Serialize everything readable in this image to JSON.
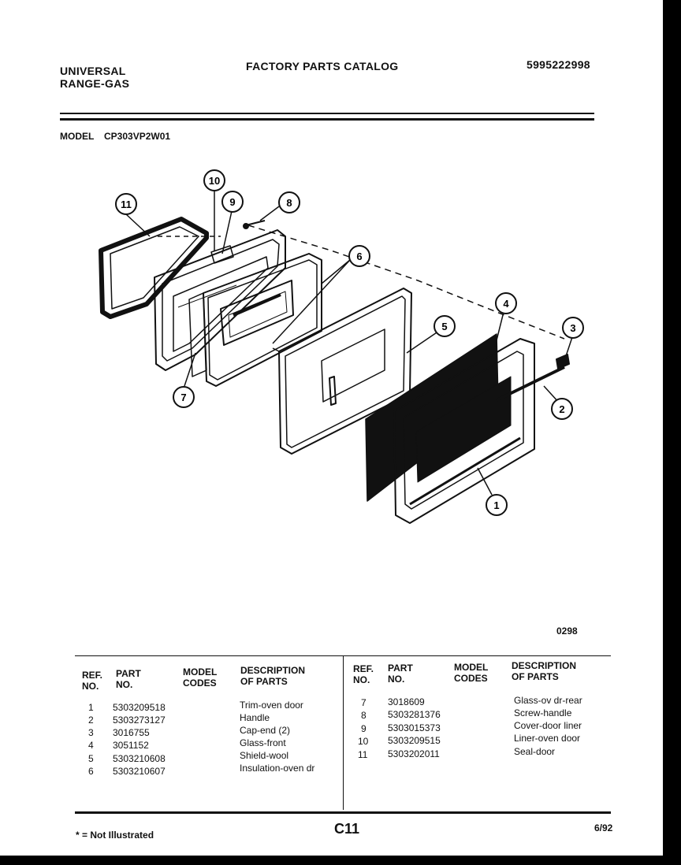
{
  "header": {
    "left_line1": "UNIVERSAL",
    "left_line2": "RANGE-GAS",
    "center": "FACTORY PARTS CATALOG",
    "right": "5995222998"
  },
  "model": {
    "label": "MODEL",
    "value": "CP303VP2W01"
  },
  "diagram": {
    "callouts": [
      "1",
      "2",
      "3",
      "4",
      "5",
      "6",
      "7",
      "8",
      "9",
      "10",
      "11"
    ],
    "ref_code": "0298"
  },
  "table": {
    "headers": {
      "ref": [
        "REF.",
        "NO."
      ],
      "part": [
        "PART",
        "NO."
      ],
      "model": [
        "MODEL",
        "CODES"
      ],
      "desc": [
        "DESCRIPTION",
        "OF PARTS"
      ]
    },
    "left_rows": [
      {
        "ref": "1",
        "part": "5303209518",
        "codes": "",
        "desc": "Trim-oven door"
      },
      {
        "ref": "2",
        "part": "5303273127",
        "codes": "",
        "desc": "Handle"
      },
      {
        "ref": "3",
        "part": "3016755",
        "codes": "",
        "desc": "Cap-end (2)"
      },
      {
        "ref": "4",
        "part": "3051152",
        "codes": "",
        "desc": "Glass-front"
      },
      {
        "ref": "5",
        "part": "5303210608",
        "codes": "",
        "desc": "Shield-wool"
      },
      {
        "ref": "6",
        "part": "5303210607",
        "codes": "",
        "desc": "Insulation-oven dr"
      }
    ],
    "right_rows": [
      {
        "ref": "7",
        "part": "3018609",
        "codes": "",
        "desc": "Glass-ov dr-rear"
      },
      {
        "ref": "8",
        "part": "5303281376",
        "codes": "",
        "desc": "Screw-handle"
      },
      {
        "ref": "9",
        "part": "5303015373",
        "codes": "",
        "desc": "Cover-door liner"
      },
      {
        "ref": "10",
        "part": "5303209515",
        "codes": "",
        "desc": "Liner-oven door"
      },
      {
        "ref": "11",
        "part": "5303202011",
        "codes": "",
        "desc": "Seal-door"
      }
    ]
  },
  "footer": {
    "note": "* = Not Illustrated",
    "page": "C11",
    "date": "6/92"
  }
}
